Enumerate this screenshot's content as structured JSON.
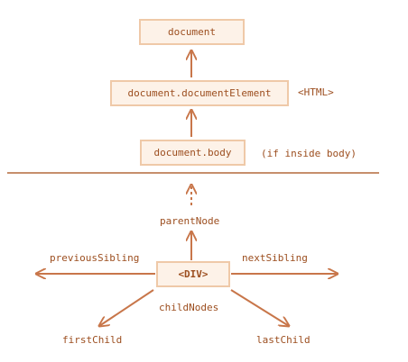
{
  "nodes": {
    "document": "document",
    "document_element": "document.documentElement",
    "document_body": "document.body",
    "div": "<DIV>"
  },
  "annotations": {
    "html": "<HTML>",
    "if_inside_body": "(if inside body)"
  },
  "relations": {
    "parent_node": "parentNode",
    "previous_sibling": "previousSibling",
    "next_sibling": "nextSibling",
    "child_nodes": "childNodes",
    "first_child": "firstChild",
    "last_child": "lastChild"
  },
  "colors": {
    "arrow": "#c8764a",
    "divider": "#b36a3c",
    "box_fill": "#fdf2e8",
    "box_border": "#efc9a8",
    "text": "#9c4e1f"
  }
}
